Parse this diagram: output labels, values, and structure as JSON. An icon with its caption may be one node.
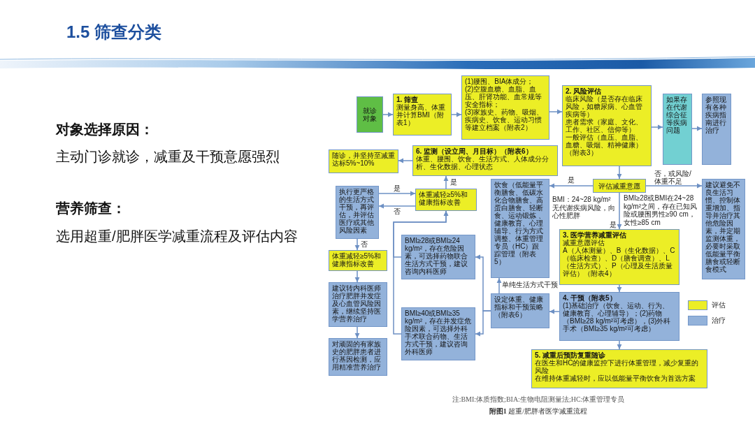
{
  "diagram": {
    "title": "1.5 筛查分类",
    "caption": "**附图1** 超重/肥胖者医学减重流程",
    "nodes": [
      {
        "text": [
          "就诊对象"
        ]
      },
      {
        "text": [
          "1. 筛查",
          "测量身高、体重并计算BMI（附表1）"
        ]
      },
      {
        "text": [
          "(1)腰围、BIA体成分；",
          "(2)空腹血糖、血脂、血压、肝肾功能、血常规等安全指标；",
          "(3)家族史、药物、吸烟、疾病史、饮食、运动习惯等建立档案（附表2）"
        ]
      },
      {
        "text": [
          "2. 风险评估",
          "临床风险（是否存在临床风险，如糖尿病、心血管疾病等）",
          "患者需求（家庭、文化、工作、社区、信仰等）",
          "一般评估（血压、血脂、血糖、吸烟、精神健康）（附表3）"
        ]
      },
      {
        "text": [
          "如果存在代谢综合征等疾病问题"
        ]
      },
      {
        "text": [
          "参照现有各种疾病指南进行治疗"
        ]
      },
      {
        "text": [
          "6. 监测（设立周、月目标）（附表6）",
          "体重、腰围、饮食、生活方式、人体成分分析、生化数据、心理状态"
        ]
      },
      {
        "text": [
          "随诊，并坚持至减重达标5%~10%"
        ]
      },
      {
        "text": [
          "体重减轻≥5%和健康指标改善"
        ]
      },
      {
        "text": [
          "评估减重意愿"
        ]
      },
      {
        "text": [
          "执行更严格的生活方式干预，再评估，并评估医疗或其他风险因素"
        ]
      },
      {
        "text": [
          "饮食（低能量平衡膳食、低碳水化合物膳食、高蛋白膳食、轻断食、运动锻炼 、健康教育、心理辅导、行为方式调整、体重管理专员（HC）跟踪管理（附表5）"
        ]
      },
      {
        "text": [
          "建议避免不良生活习惯、控制体重增加、指导并治疗其他危险因素，并定期监测体重，必要时采取低能量平衡膳食或轻断食模式"
        ]
      },
      {
        "text": [
          "3. 医学营养减重评估",
          "减重意愿评估",
          "A（人体测量）、B（生化数据）、C（临床检查）、D（膳食调查）、L（生活方式）、P（心理及生活质量评估）（附表4）"
        ]
      },
      {
        "text": [
          "体重减轻≥5%和健康指标改善"
        ]
      },
      {
        "text": [
          "BMI≥28或BMI≥24 kg/m²，存在危险因素，可选择药物联合生活方式干预，建议咨询内科医师"
        ]
      },
      {
        "text": [
          "建议转内科医师治疗肥胖并发症及心血管风险因素，继续坚持医学营养治疗"
        ]
      },
      {
        "text": [
          "设定体重、健康指标和干预策略（附表6）"
        ]
      },
      {
        "text": [
          "4. 干预（附表5）",
          "(1)基础治疗（饮食、运动、行为、健康教育、心理辅导）；(2)药物（BMI≥28 kg/m²可考虑），(3)外科手术（BMI≥35 kg/m²可考虑）"
        ]
      },
      {
        "text": [
          "BMI≥40或BMI≥35 kg/m²，存在并发症危险因素，可选择外科手术联合药物、生活方式干预，建议咨询外科医师"
        ]
      },
      {
        "text": [
          "对顽固的有家族史的肥胖患者进行基因检测，应用精准营养治疗"
        ]
      },
      {
        "text": [
          "5. 减重后预防复重随诊",
          "在医生和HC的健康监控下进行体重管理，减少复重的风险",
          "在维持体重减轻时，应以低能量平衡饮食为首选方案"
        ]
      }
    ],
    "edges": [
      {
        "from": 0,
        "to": 1,
        "arrow": "to"
      },
      {
        "from": 1,
        "to": 2,
        "arrow": "to"
      },
      {
        "from": 2,
        "to": 3,
        "arrow": "to"
      },
      {
        "from": 3,
        "to": 4,
        "arrow": "to"
      },
      {
        "from": 4,
        "to": 5,
        "arrow": "to"
      },
      {
        "from": 3,
        "to": 9,
        "arrow": "to"
      },
      {
        "from": 9,
        "to": 11,
        "arrow": "to",
        "label": "是"
      },
      {
        "from": 9,
        "to": 12,
        "arrow": "to",
        "label": "否，或风险/体重不足"
      },
      {
        "from": 9,
        "to": 13,
        "arrow": "to",
        "label": "是"
      },
      {
        "from": 13,
        "to": 18,
        "arrow": "to"
      },
      {
        "from": 18,
        "to": 17,
        "arrow": "to"
      },
      {
        "from": 18,
        "to": 21,
        "arrow": "to"
      },
      {
        "from": 17,
        "to": 11,
        "arrow": "to",
        "label": "单纯生活方式干预"
      },
      {
        "from": 17,
        "to": 15,
        "arrow": "to"
      },
      {
        "from": 17,
        "to": 19,
        "arrow": "to"
      },
      {
        "from": 15,
        "to": 8,
        "arrow": "to"
      },
      {
        "from": 19,
        "to": 8,
        "arrow": "to"
      },
      {
        "from": 8,
        "to": 6,
        "arrow": "to",
        "label": "是"
      },
      {
        "from": 10,
        "to": 8,
        "arrow": "to",
        "label": "是"
      },
      {
        "from": 8,
        "to": 10,
        "arrow": "to",
        "label": "否"
      },
      {
        "from": 6,
        "to": 7,
        "arrow": "to"
      },
      {
        "from": 10,
        "to": 14,
        "arrow": "to",
        "label": "否"
      },
      {
        "from": 14,
        "to": 16,
        "arrow": "to"
      },
      {
        "from": 16,
        "to": 20,
        "arrow": "to"
      }
    ],
    "labels": [
      "对象选择原因：",
      "主动门诊就诊，减重及干预意愿强烈",
      "营养筛查：",
      "选用超重/肥胖医学减重流程及评估内容",
      "BMI：24~28 kg/m² 无代谢疾病风险，向心性肥胖",
      "BMI≥28或BMI在24~28 kg/m²之间，存在已知风险或腰围男性≥90 cm，女性≥85 cm",
      "注:BMI:体质指数;BIA:生物电阻测量法;HC:体重管理专员"
    ],
    "legend": [
      {
        "text": "评估",
        "color": "#ecee26"
      },
      {
        "text": "治疗",
        "color": "#93b2da"
      }
    ]
  }
}
